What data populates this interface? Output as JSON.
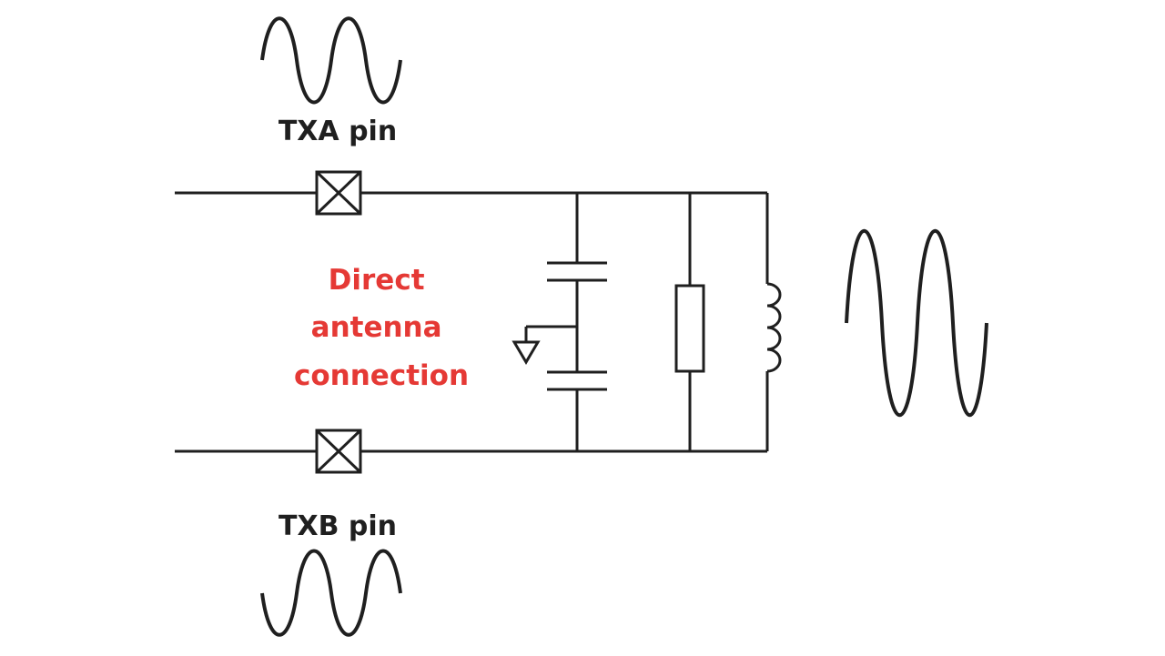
{
  "labels": {
    "txa_pin": "TXA pin",
    "txb_pin": "TXB pin",
    "direct_antenna_connection": [
      "Direct",
      "antenna",
      "connection"
    ]
  },
  "colors": {
    "line": "#1f1f1f",
    "annotation": "#e53935",
    "background": "#ffffff"
  },
  "components": [
    "txa-pin-terminal",
    "txb-pin-terminal",
    "capacitor-pair-with-ground",
    "resistor",
    "inductor"
  ]
}
